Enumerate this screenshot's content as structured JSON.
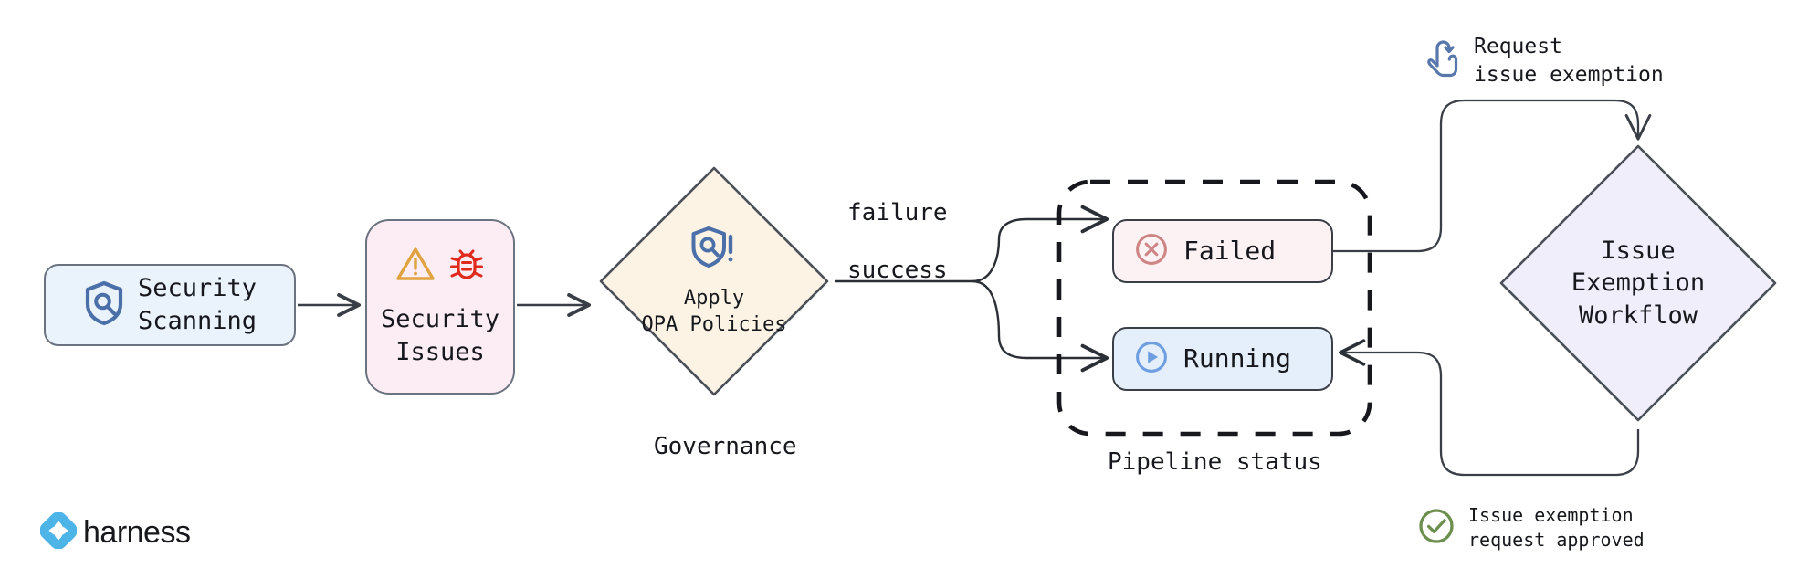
{
  "diagram": {
    "title": "Security scanning governance and issue exemption workflow",
    "background": "#ffffff"
  },
  "nodes": {
    "security_scanning": {
      "label": "Security\nScanning",
      "icon": "shield-search-icon",
      "fill": "#eaf3fc",
      "stroke": "#6b7280"
    },
    "security_issues": {
      "label": "Security\nIssues",
      "icons": [
        "warning-triangle-icon",
        "bug-icon"
      ],
      "fill": "#fcedf5",
      "stroke": "#6b7280"
    },
    "governance": {
      "label": "Apply\nOPA Policies",
      "caption": "Governance",
      "icon": "shield-policy-alert-icon",
      "fill": "#fcf3e5",
      "stroke": "#4b5058"
    },
    "pipeline_status": {
      "caption": "Pipeline status",
      "border_style": "dashed",
      "stroke": "#16181d",
      "items": [
        {
          "label": "Failed",
          "icon": "circle-x-icon",
          "icon_color": "#ce8585",
          "fill": "#fdf2f3",
          "stroke": "#3a3f47"
        },
        {
          "label": "Running",
          "icon": "circle-play-icon",
          "icon_color": "#6f9ee0",
          "fill": "#e4effb",
          "stroke": "#3a3f47"
        }
      ]
    },
    "issue_exemption_workflow": {
      "label": "Issue\nExemption\nWorkflow",
      "fill": "#f0eefb",
      "stroke": "#4b5058"
    }
  },
  "edges": {
    "scanning_to_issues": {
      "label": ""
    },
    "issues_to_governance": {
      "label": ""
    },
    "governance_failure": {
      "label": "failure"
    },
    "governance_success": {
      "label": "success"
    },
    "failed_to_exemption": {
      "label": ""
    },
    "exemption_to_running": {
      "label": ""
    }
  },
  "annotations": {
    "request": {
      "text": "Request\nissue exemption",
      "icon": "tap-gesture-icon",
      "icon_color": "#5878ad"
    },
    "approved": {
      "text": "Issue exemption\nrequest approved",
      "icon": "check-circle-icon",
      "icon_color": "#6d8f4e"
    }
  },
  "brand": {
    "name": "harness",
    "logo_icon": "harness-logo-icon",
    "logo_color": "#4db4e8"
  }
}
